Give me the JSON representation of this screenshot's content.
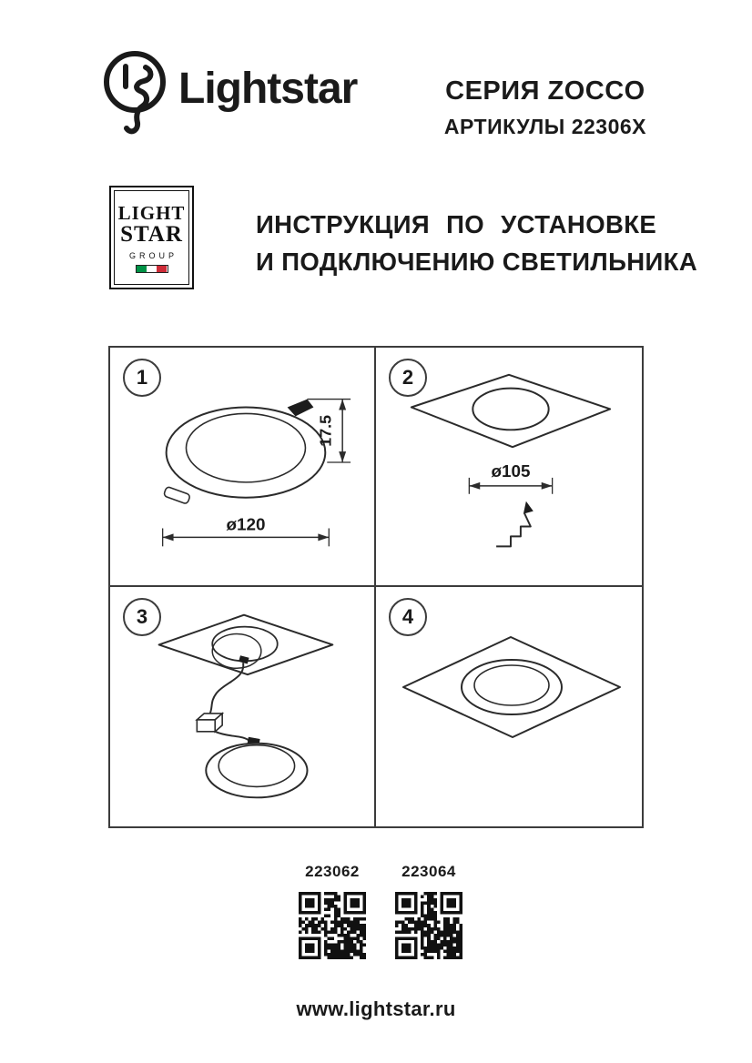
{
  "header": {
    "brand": "Lightstar",
    "series": "СЕРИЯ ZOCCO",
    "articles": "АРТИКУЛЫ 22306X"
  },
  "group_logo": {
    "line1": "LIGHT",
    "line2": "STAR",
    "line3": "GROUP"
  },
  "title": {
    "line1": "ИНСТРУКЦИЯ ПО УСТАНОВКЕ",
    "line2": "И ПОДКЛЮЧЕНИЮ СВЕТИЛЬНИКА"
  },
  "steps": [
    {
      "number": "1",
      "dims": {
        "diameter": "ø120",
        "height": "17.5"
      }
    },
    {
      "number": "2",
      "dims": {
        "hole": "ø105"
      }
    },
    {
      "number": "3"
    },
    {
      "number": "4"
    }
  ],
  "qr_codes": [
    {
      "label": "223062"
    },
    {
      "label": "223064"
    }
  ],
  "footer": {
    "website": "www.lightstar.ru"
  },
  "colors": {
    "ink": "#1a1a1a",
    "line": "#2b2b2b",
    "flag_green": "#009246",
    "flag_white": "#ffffff",
    "flag_red": "#ce2b37"
  }
}
